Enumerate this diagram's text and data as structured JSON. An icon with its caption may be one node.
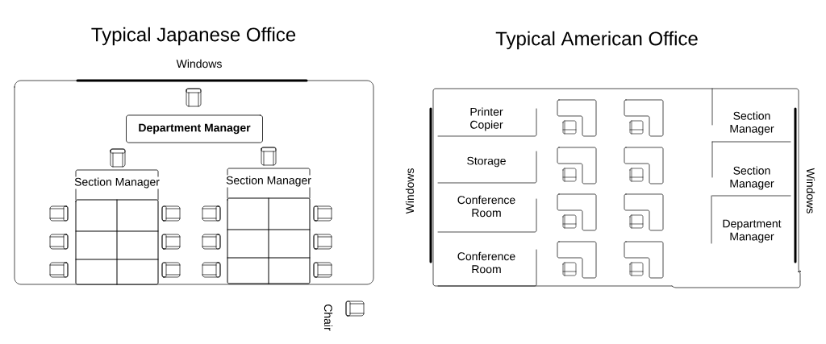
{
  "diagram": {
    "nodes": [
      {
        "text": [
          "Department Manager"
        ]
      },
      {
        "text": [
          "Section Manager"
        ]
      },
      {
        "text": [
          "Section Manager"
        ]
      },
      {
        "text": [
          "Printer Copier"
        ]
      },
      {
        "text": [
          "Storage"
        ]
      },
      {
        "text": [
          "Conference Room"
        ]
      },
      {
        "text": [
          "Conference Room"
        ]
      },
      {
        "text": [
          "Section Manager"
        ]
      },
      {
        "text": [
          "Section Manager"
        ]
      },
      {
        "text": [
          "Department Manager"
        ]
      }
    ],
    "labels": [
      "Typical Japanese Office",
      "Typical American Office",
      "Windows",
      "Windows",
      "Windows",
      "Chair"
    ]
  }
}
